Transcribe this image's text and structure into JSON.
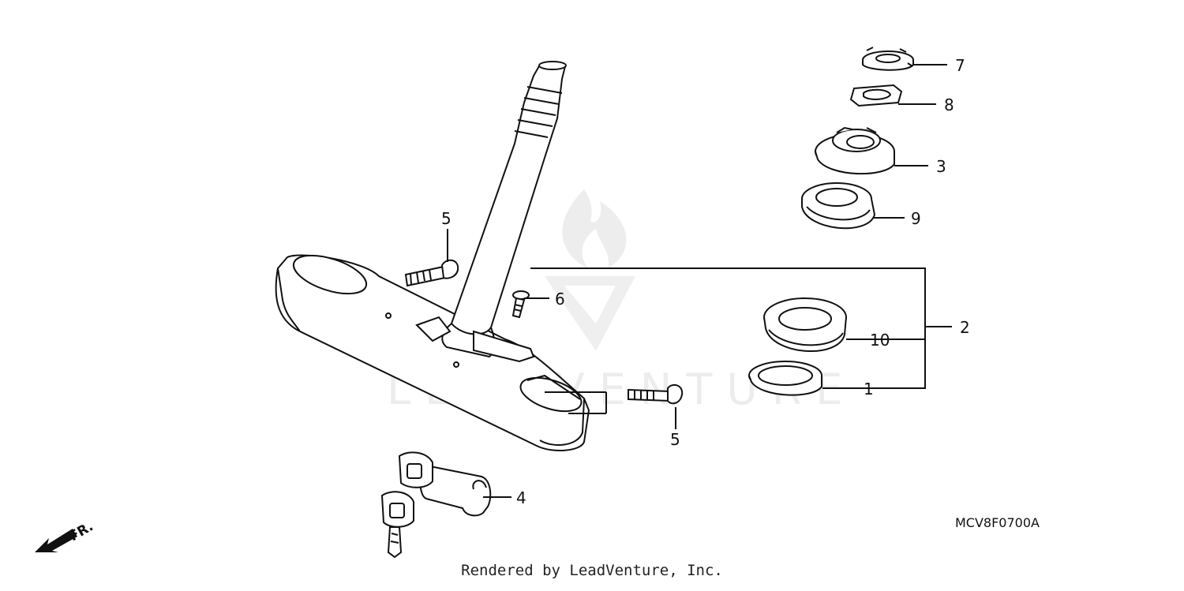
{
  "diagram": {
    "code": "MCV8F0700A",
    "front_indicator": "FR.",
    "watermark_text": "LEADVENTURE",
    "part_labels": {
      "p1": "1",
      "p2": "2",
      "p3": "3",
      "p4": "4",
      "p5a": "5",
      "p5b": "5",
      "p6": "6",
      "p7": "7",
      "p8": "8",
      "p9": "9",
      "p10": "10"
    }
  },
  "footer": {
    "text": "Rendered by LeadVenture, Inc."
  },
  "colors": {
    "line": "#111111",
    "watermark": "#ececec"
  }
}
